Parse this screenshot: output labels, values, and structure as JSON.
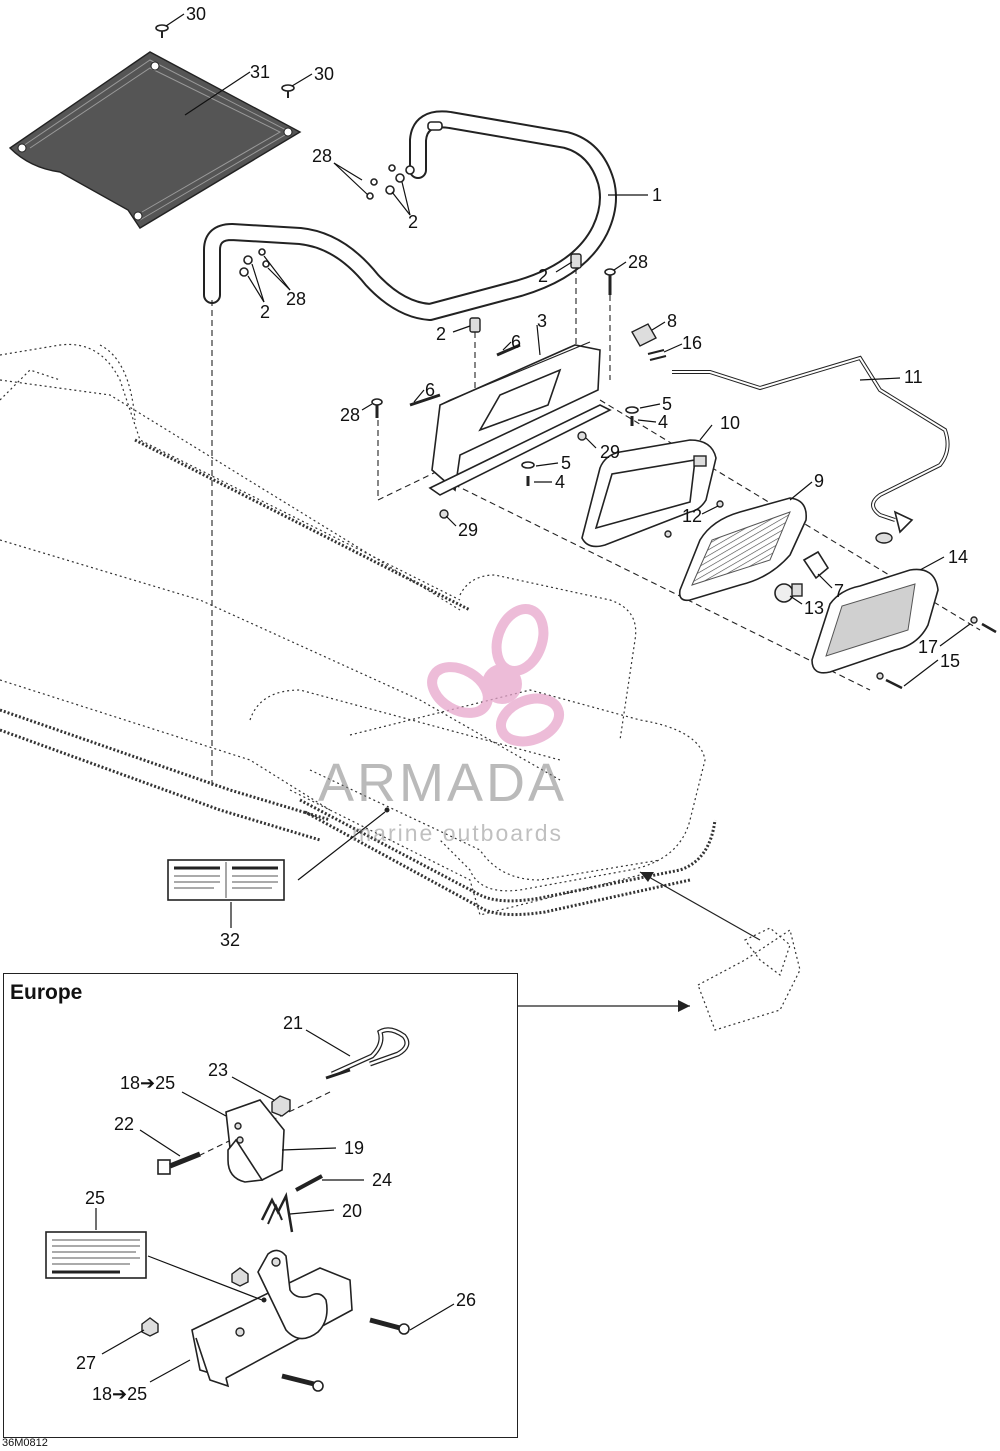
{
  "diagram_code": "36M0812",
  "inset_title": "Europe",
  "watermark": {
    "name": "ARMADA",
    "tagline": "marine outboards"
  },
  "colors": {
    "line": "#222222",
    "watermark_logo": "#e7a6cc",
    "watermark_text": "#8a8a8a"
  },
  "callouts": {
    "c30a": "30",
    "c30b": "30",
    "c31": "31",
    "c28a": "28",
    "c2a": "2",
    "c1": "1",
    "c2b": "2",
    "c28b": "28",
    "c2c": "2",
    "c28c": "28",
    "c2d": "2",
    "c3": "3",
    "c8": "8",
    "c16": "16",
    "c6a": "6",
    "c11": "11",
    "c6b": "6",
    "c28d": "28",
    "c5a": "5",
    "c4a": "4",
    "c10": "10",
    "c29a": "29",
    "c5b": "5",
    "c4b": "4",
    "c9": "9",
    "c12": "12",
    "c29b": "29",
    "c14": "14",
    "c7": "7",
    "c13": "13",
    "c17": "17",
    "c15": "15",
    "c32": "32",
    "c21": "21",
    "c23": "23",
    "c18a": "18➔25",
    "c22": "22",
    "c19": "19",
    "c24": "24",
    "c25": "25",
    "c20": "20",
    "c26": "26",
    "c27": "27",
    "c18b": "18➔25"
  }
}
